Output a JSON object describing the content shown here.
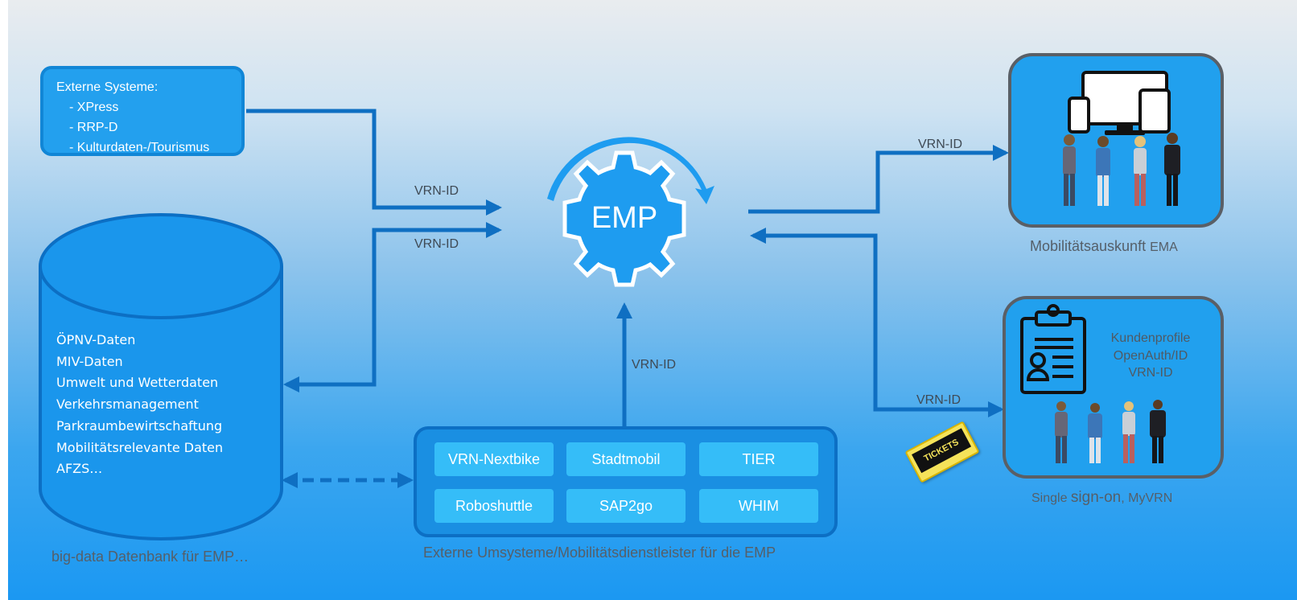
{
  "external_systems": {
    "heading": "Externe Systeme:",
    "items": [
      "- XPress",
      "- RRP-D",
      "- Kulturdaten-/Tourismus"
    ]
  },
  "database": {
    "items": [
      "ÖPNV-Daten",
      "MIV-Daten",
      "Umwelt und Wetterdaten",
      "Verkehrsmanagement",
      "Parkraumbewirtschaftung",
      "Mobilitätsrelevante Daten",
      "AFZS…"
    ],
    "caption": "big-data Datenbank für EMP…"
  },
  "center": {
    "label": "EMP"
  },
  "link_labels": {
    "external_in": "VRN-ID",
    "database_in": "VRN-ID",
    "umsysteme_up": "VRN-ID",
    "to_ema": "VRN-ID",
    "to_sso": "VRN-ID"
  },
  "umsysteme": {
    "services": [
      "VRN-Nextbike",
      "Stadtmobil",
      "TIER",
      "Roboshuttle",
      "SAP2go",
      "WHIM"
    ],
    "caption": "Externe Umsysteme/Mobilitätsdienstleister für die EMP"
  },
  "mobility_info": {
    "caption_main": "Mobilitätsauskunft ",
    "caption_small": "EMA"
  },
  "sso": {
    "details": [
      "Kundenprofile",
      "OpenAuth/ID",
      "VRN-ID"
    ],
    "ticket_text": "TICKETS",
    "caption_a": "Single ",
    "caption_b": "sign-on",
    "caption_c": ", MyVRN"
  },
  "colors": {
    "arrow": "#0f6fc2",
    "box_fill": "#23a0ee",
    "chip_fill": "#35bdf8",
    "panel_border": "#5a5f66"
  },
  "icons": [
    "gear-icon",
    "rotation-arrow-icon",
    "devices-icon",
    "people-icon",
    "clipboard-profile-icon",
    "ticket-icon"
  ]
}
